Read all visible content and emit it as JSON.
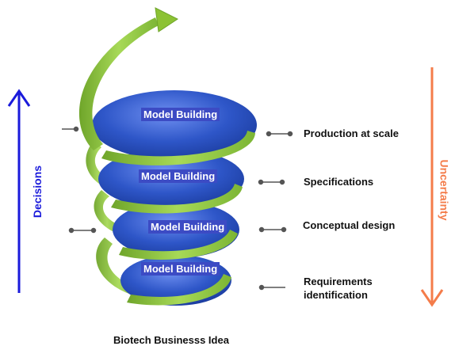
{
  "disks": [
    {
      "label": "Model Building"
    },
    {
      "label": "Model Building"
    },
    {
      "label": "Model Building"
    },
    {
      "label": "Model Building"
    }
  ],
  "stages": [
    {
      "label": "Production at scale"
    },
    {
      "label": "Specifications"
    },
    {
      "label": "Conceptual design"
    },
    {
      "label": "Requirements identification"
    }
  ],
  "left_axis": {
    "label": "Decisions",
    "color": "#1a1adb"
  },
  "right_axis": {
    "label": "Uncertainty",
    "color": "#f47c4a"
  },
  "caption": "Biotech Businesss Idea",
  "colors": {
    "disk": "#2e56c8",
    "spiral": "#8cc234",
    "connector": "#555555"
  }
}
